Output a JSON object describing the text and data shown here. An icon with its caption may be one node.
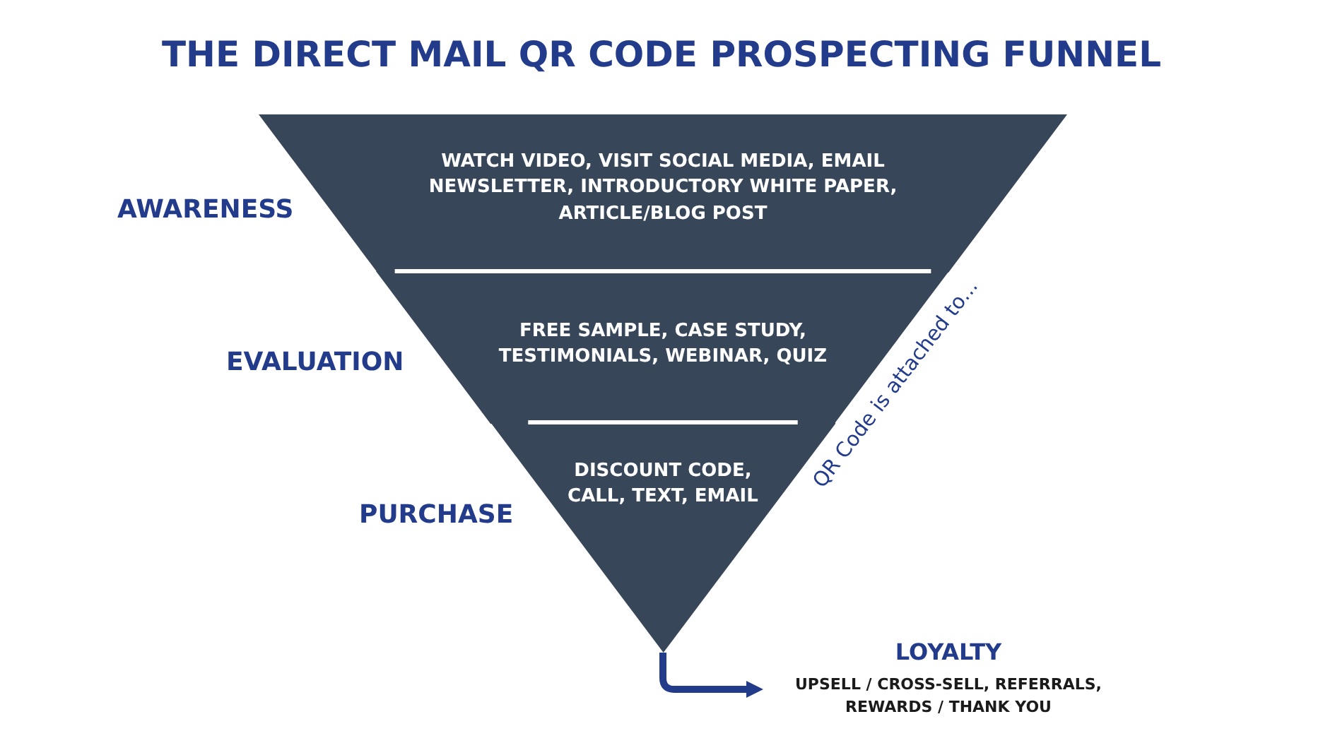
{
  "diagram": {
    "title": "THE DIRECT MAIL QR CODE PROSPECTING FUNNEL",
    "nodes": [
      {
        "text": [
          "WATCH VIDEO, VISIT SOCIAL MEDIA, EMAIL NEWSLETTER, INTRODUCTORY WHITE PAPER, ARTICLE/BLOG POST"
        ],
        "beside": [
          "AWARENESS"
        ]
      },
      {
        "text": [
          "FREE SAMPLE, CASE STUDY, TESTIMONIALS, WEBINAR, QUIZ"
        ],
        "beside": [
          "EVALUATION"
        ]
      },
      {
        "text": [
          "DISCOUNT CODE, CALL, TEXT, EMAIL"
        ],
        "beside": [
          "PURCHASE"
        ]
      },
      {
        "text": [
          "LOYALTY",
          "UPSELL / CROSS-SELL, REFERRALS, REWARDS / THANK YOU"
        ]
      }
    ],
    "edges": [
      {
        "from": 2,
        "to": 3,
        "arrow": "to"
      }
    ],
    "labels": [
      "QR Code is attached to..."
    ]
  }
}
